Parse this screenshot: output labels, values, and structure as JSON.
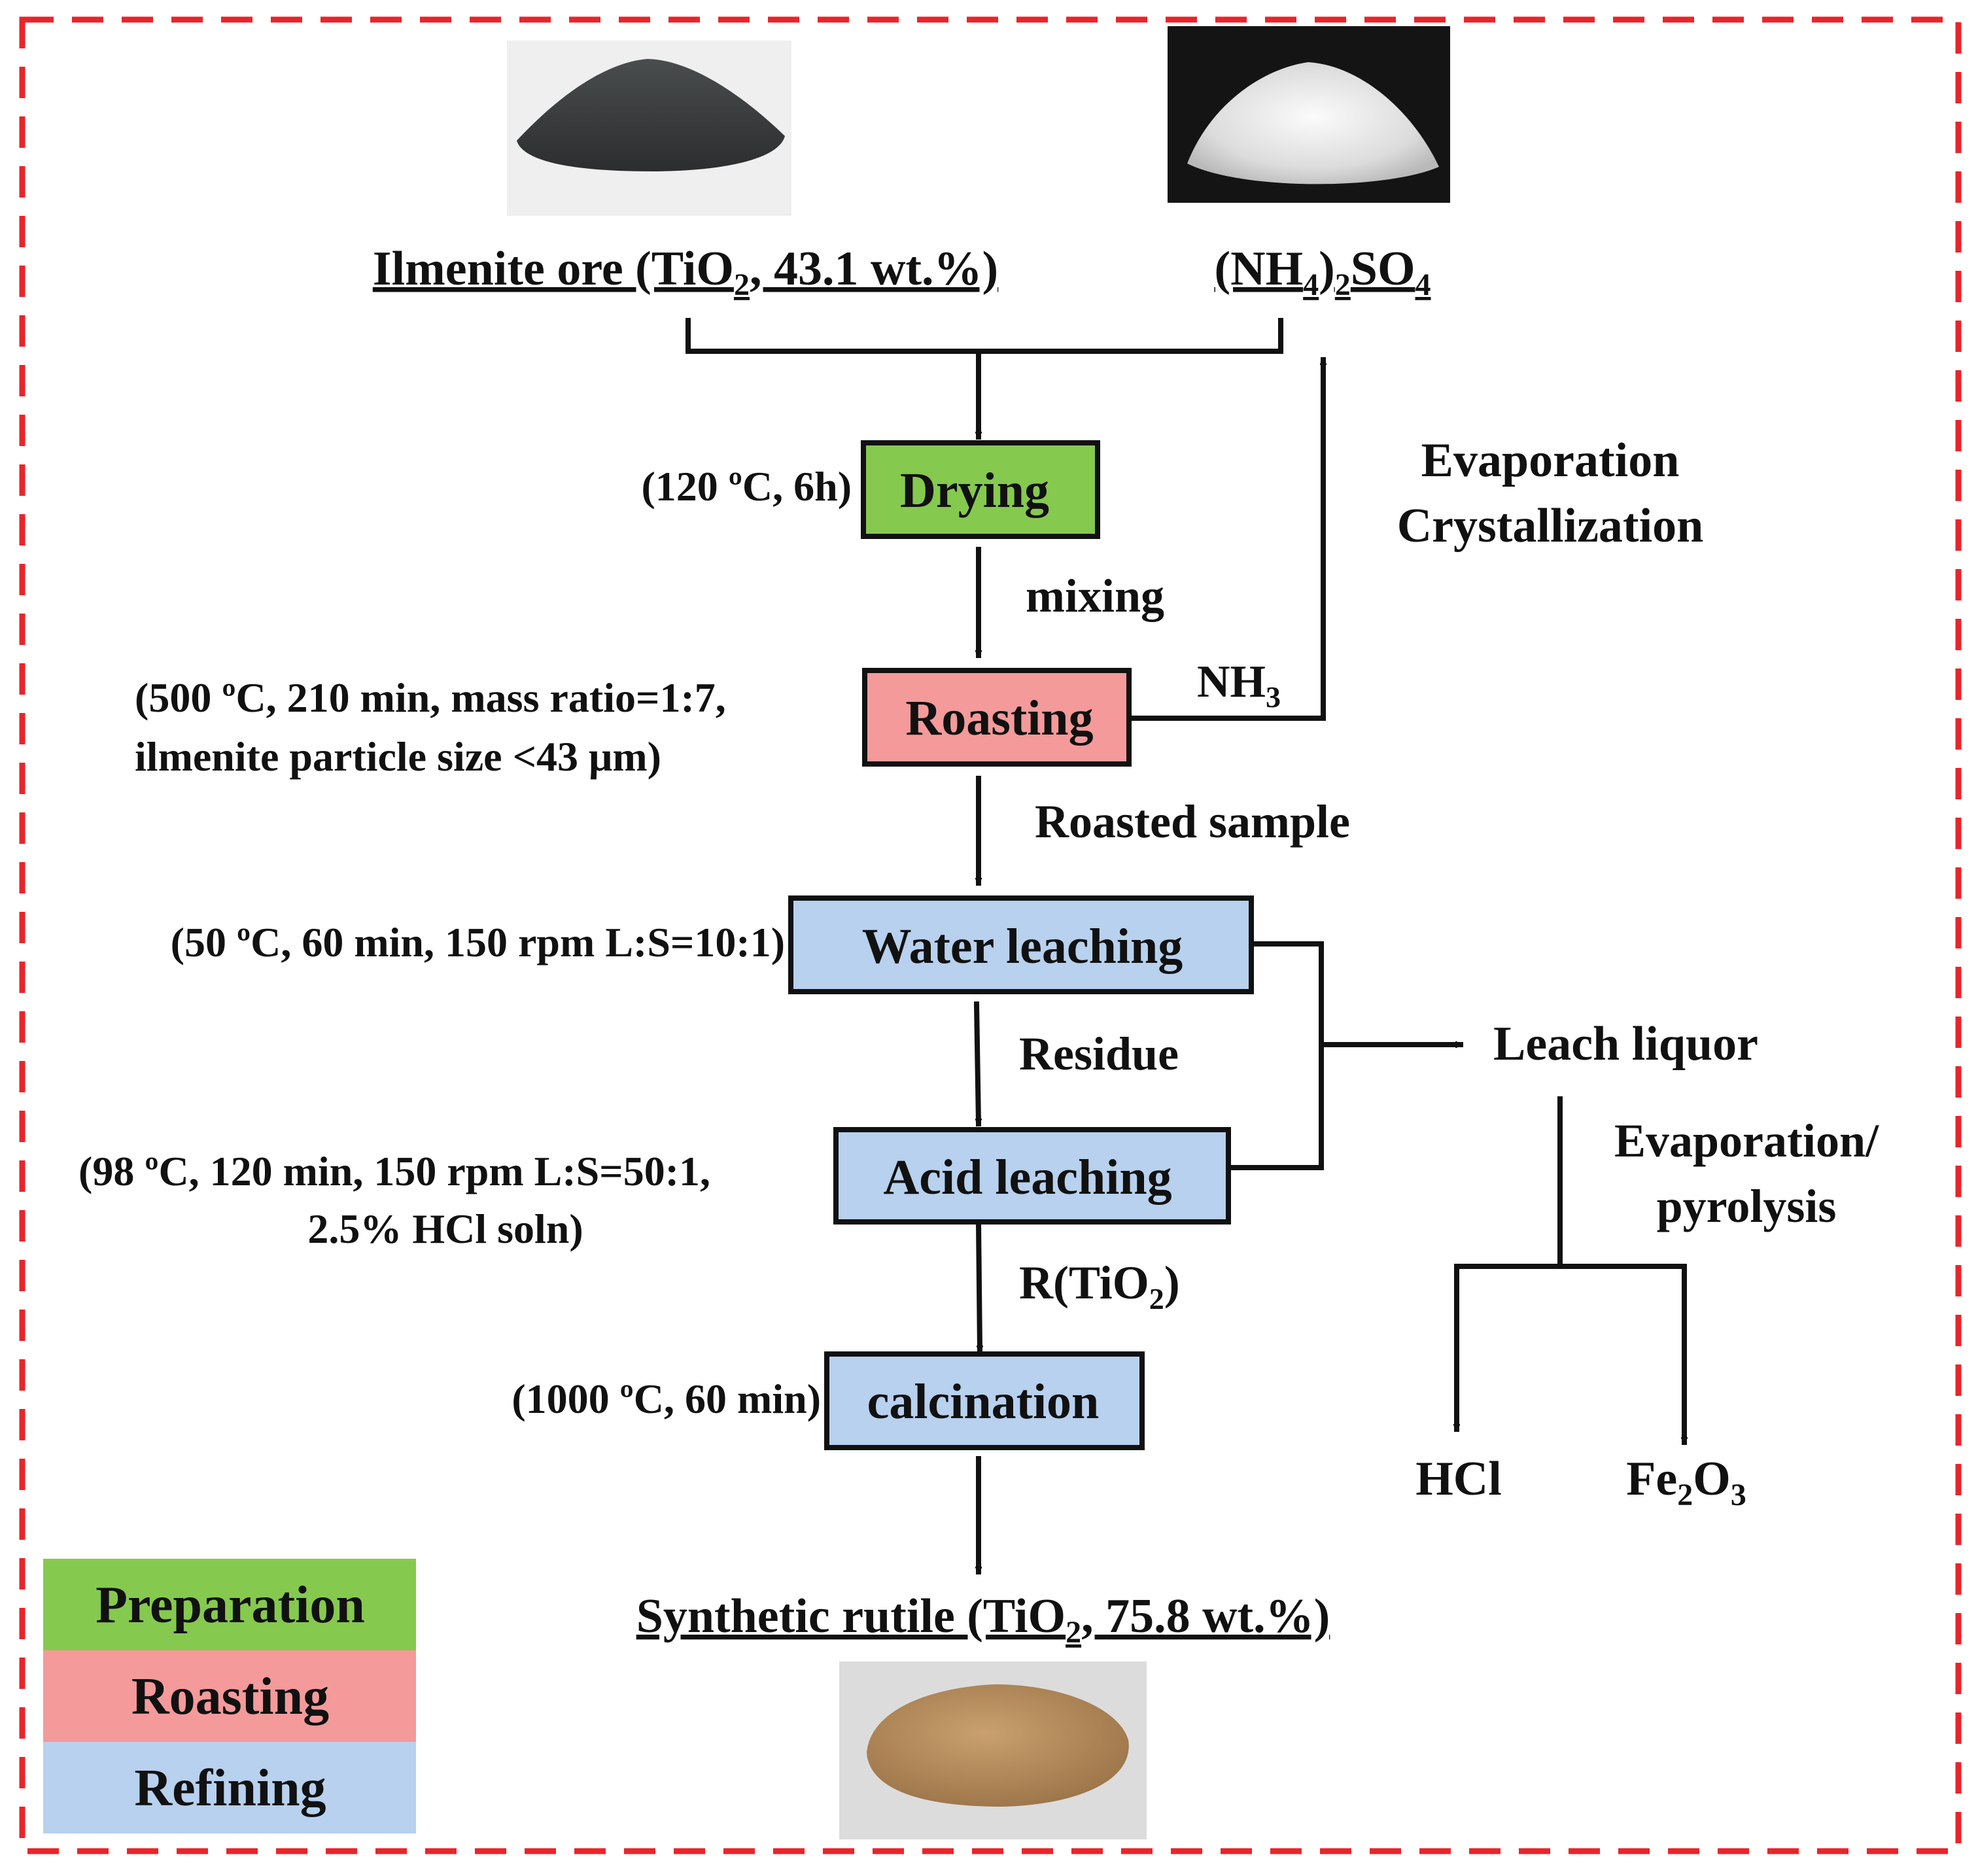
{
  "colors": {
    "border": "#e8252a",
    "preparation": "#86c94f",
    "roasting": "#f49a9a",
    "refining": "#b7d1ee",
    "line": "#111111",
    "ore_pile": "#3a3d3e",
    "salt_pile": "#eeeeee",
    "rutile_pile": "#b48a5c"
  },
  "inputs": {
    "ilmenite": {
      "pre": "Ilmenite ore (TiO",
      "sub": "2",
      "post": ", 43.1 wt.%)"
    },
    "ammonium_sulfate": {
      "p1": "(NH",
      "s1": "4",
      "p2": ")",
      "s2": "2",
      "p3": "SO",
      "s3": "4"
    }
  },
  "steps": {
    "drying": {
      "label": "Drying",
      "conditions": "(120 ºC, 6h)"
    },
    "roasting": {
      "label": "Roasting",
      "conditions_line1": "(500 ºC, 210 min, mass ratio=1:7,",
      "conditions_line2": "ilmenite particle size <43 μm)"
    },
    "water_leaching": {
      "label": "Water leaching",
      "conditions": "(50 ºC, 60 min, 150 rpm L:S=10:1)"
    },
    "acid_leaching": {
      "label": "Acid leaching",
      "conditions_line1": "(98 ºC, 120 min, 150 rpm L:S=50:1,",
      "conditions_line2": "2.5% HCl soln)"
    },
    "calcination": {
      "label": "calcination",
      "conditions": "(1000 ºC, 60 min)"
    }
  },
  "flow_labels": {
    "mixing": "mixing",
    "roasted_sample": "Roasted sample",
    "residue": "Residue",
    "r_tio2": {
      "pre": "R(TiO",
      "sub": "2",
      "post": ")"
    },
    "nh3": {
      "pre": "NH",
      "sub": "3"
    },
    "evaporation": "Evaporation",
    "crystallization": "Crystallization",
    "leach_liquor": "Leach liquor",
    "evap_pyro_line1": "Evaporation/",
    "evap_pyro_line2": "pyrolysis",
    "hcl": "HCl",
    "fe2o3": {
      "p1": "Fe",
      "s1": "2",
      "p2": "O",
      "s2": "3"
    }
  },
  "product": {
    "pre": "Synthetic rutile (TiO",
    "sub": "2",
    "post": ", 75.8 wt.%)"
  },
  "legend": [
    {
      "label": "Preparation",
      "color_key": "preparation"
    },
    {
      "label": "Roasting",
      "color_key": "roasting"
    },
    {
      "label": "Refining",
      "color_key": "refining"
    }
  ]
}
